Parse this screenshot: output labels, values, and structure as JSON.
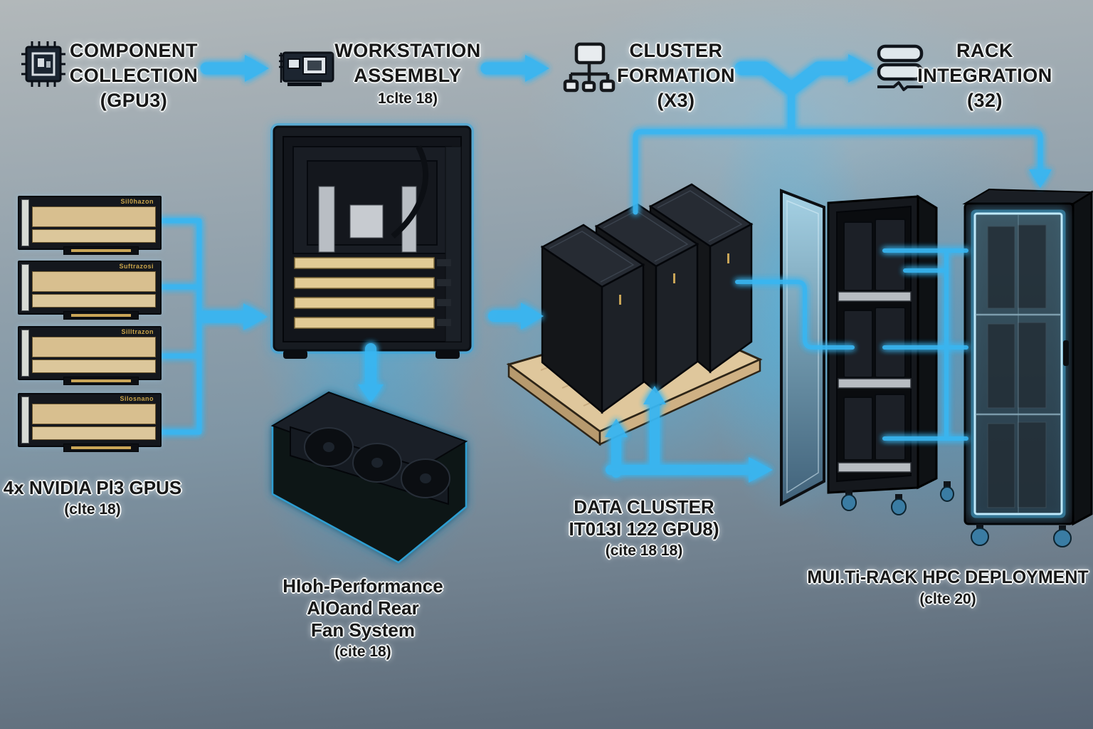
{
  "stages": [
    {
      "icon": "chip-icon",
      "label_lines": [
        "COMPONENT",
        "COLLECTION",
        "(GPU3)"
      ]
    },
    {
      "icon": "gpu-card-icon",
      "label_lines": [
        "WORKSTATION",
        "ASSEMBLY"
      ],
      "caption": "1clte 18)"
    },
    {
      "icon": "network-icon",
      "label_lines": [
        "CLUSTER",
        "FORMATION",
        "(X3)"
      ]
    },
    {
      "icon": "server-stack-icon",
      "label_lines": [
        "RACK",
        "INTEGRATION",
        "(32)"
      ]
    }
  ],
  "gpu_stack": {
    "label": "4x NVIDIA Pl3 GPUS",
    "caption": "(clte 18)",
    "cards": [
      {
        "brand": "Sil0hazon"
      },
      {
        "brand": "Suftrazosi"
      },
      {
        "brand": "Silltrazon"
      },
      {
        "brand": "Silosnano"
      }
    ]
  },
  "fan_system": {
    "label_lines": [
      "HIoh-Performance",
      "AIOand Rear",
      "Fan System",
      "(cite 18)"
    ]
  },
  "data_cluster": {
    "label_lines": [
      "DATA CLUSTER",
      "IT013I 122 GPU8)",
      "(cite 18 18)"
    ]
  },
  "rack_deployment": {
    "label": "MUI.Ti-RACK HPC DEPLOYMENT",
    "caption": "(clte 20)"
  },
  "colors": {
    "accent": "#38b6f2",
    "gold": "#ddc493",
    "wood": "#dfc79c",
    "dark": "#15181e"
  }
}
